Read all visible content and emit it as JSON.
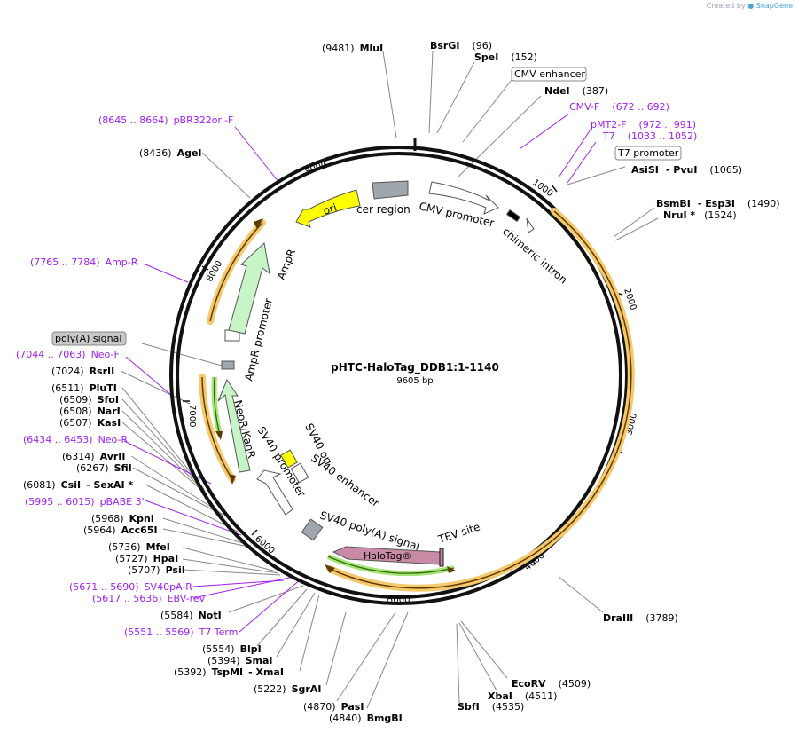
{
  "credit": {
    "prefix": "Created by",
    "brand": "SnapGene",
    "logo_icon": "snapgene-logo-icon"
  },
  "plasmid": {
    "name": "pHTC-HaloTag_DDB1:1-1140",
    "length_label": "9605 bp",
    "length": 9605
  },
  "ticks": [
    "1000",
    "2000",
    "3000",
    "4000",
    "5000",
    "6000",
    "7000",
    "8000",
    "9000"
  ],
  "features": [
    {
      "label": "CMV promoter",
      "color": "#ffffff"
    },
    {
      "label": "chimeric intron",
      "color": "#000000"
    },
    {
      "label": "HaloTag®",
      "color": "#c98aa6"
    },
    {
      "label": "TEV site",
      "color": "#000000"
    },
    {
      "label": "SV40 poly(A) signal",
      "color": "#a0a6ad"
    },
    {
      "label": "SV40 promoter",
      "color": "#ffffff"
    },
    {
      "label": "SV40 ori",
      "color": "#ffff00"
    },
    {
      "label": "SV40 enhancer",
      "color": "#ffffff"
    },
    {
      "label": "NeoR/KanR",
      "color": "#c8f5c8"
    },
    {
      "label": "AmpR promoter",
      "color": "#ffffff"
    },
    {
      "label": "AmpR",
      "color": "#c8f5c8"
    },
    {
      "label": "ori",
      "color": "#ffff00"
    },
    {
      "label": "cer region",
      "color": "#a0a6ad"
    }
  ],
  "boxed_labels": [
    {
      "text": "CMV enhancer",
      "fill": "#ffffff"
    },
    {
      "text": "T7 promoter",
      "fill": "#ffffff"
    },
    {
      "text": "poly(A) signal",
      "fill": "#c8c8c8"
    }
  ],
  "sites": [
    {
      "pos": "(9481)",
      "name": "MluI"
    },
    {
      "pos": "(96)",
      "name": "BsrGI"
    },
    {
      "pos": "(152)",
      "name": "SpeI"
    },
    {
      "pos": "(387)",
      "name": "NdeI"
    },
    {
      "pos": "(1065)",
      "name": "AsiSI",
      "extra": "- PvuI"
    },
    {
      "pos": "(1490)",
      "name": "BsmBI",
      "extra": "- Esp3I"
    },
    {
      "pos": "(1524)",
      "name": "NruI *"
    },
    {
      "pos": "(3789)",
      "name": "DraIII"
    },
    {
      "pos": "(4509)",
      "name": "EcoRV"
    },
    {
      "pos": "(4511)",
      "name": "XbaI"
    },
    {
      "pos": "(4535)",
      "name": "SbfI"
    },
    {
      "pos": "(4840)",
      "name": "BmgBI"
    },
    {
      "pos": "(4870)",
      "name": "PasI"
    },
    {
      "pos": "(5222)",
      "name": "SgrAI"
    },
    {
      "pos": "(5392)",
      "name": "TspMI",
      "extra": "- XmaI"
    },
    {
      "pos": "(5394)",
      "name": "SmaI"
    },
    {
      "pos": "(5554)",
      "name": "BlpI"
    },
    {
      "pos": "(5584)",
      "name": "NotI"
    },
    {
      "pos": "(5707)",
      "name": "PsiI"
    },
    {
      "pos": "(5727)",
      "name": "HpaI"
    },
    {
      "pos": "(5736)",
      "name": "MfeI"
    },
    {
      "pos": "(5964)",
      "name": "Acc65I"
    },
    {
      "pos": "(5968)",
      "name": "KpnI"
    },
    {
      "pos": "(6081)",
      "name": "CsiI",
      "extra": "- SexAI *"
    },
    {
      "pos": "(6267)",
      "name": "SfiI"
    },
    {
      "pos": "(6314)",
      "name": "AvrII"
    },
    {
      "pos": "(6507)",
      "name": "KasI"
    },
    {
      "pos": "(6508)",
      "name": "NarI"
    },
    {
      "pos": "(6509)",
      "name": "SfoI"
    },
    {
      "pos": "(6511)",
      "name": "PluTI"
    },
    {
      "pos": "(7024)",
      "name": "RsrII"
    },
    {
      "pos": "(8436)",
      "name": "AgeI"
    }
  ],
  "primers": [
    {
      "range": "(8645 .. 8664)",
      "name": "pBR322ori-F"
    },
    {
      "range": "(672 .. 692)",
      "name": "CMV-F"
    },
    {
      "range": "(972 .. 991)",
      "name": "pMT2-F"
    },
    {
      "range": "(1033 .. 1052)",
      "name": "T7"
    },
    {
      "range": "(7765 .. 7784)",
      "name": "Amp-R"
    },
    {
      "range": "(7044 .. 7063)",
      "name": "Neo-F"
    },
    {
      "range": "(6434 .. 6453)",
      "name": "Neo-R"
    },
    {
      "range": "(5995 .. 6015)",
      "name": "pBABE 3'"
    },
    {
      "range": "(5671 .. 5690)",
      "name": "SV40pA-R"
    },
    {
      "range": "(5617 .. 5636)",
      "name": "EBV-rev"
    },
    {
      "range": "(5551 .. 5569)",
      "name": "T7 Term"
    }
  ]
}
